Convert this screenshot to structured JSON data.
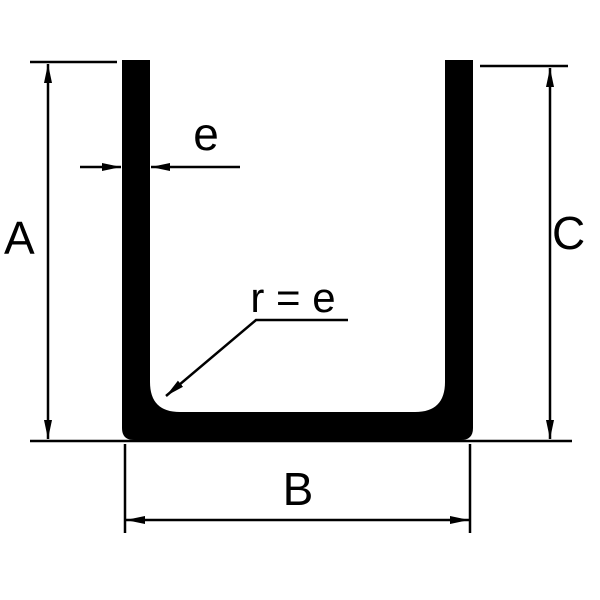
{
  "labels": {
    "dim_a": "A",
    "dim_c": "C",
    "dim_b": "B",
    "thickness": "e",
    "radius_note": "r = e"
  },
  "colors": {
    "ink": "#000000",
    "background": "#ffffff"
  }
}
